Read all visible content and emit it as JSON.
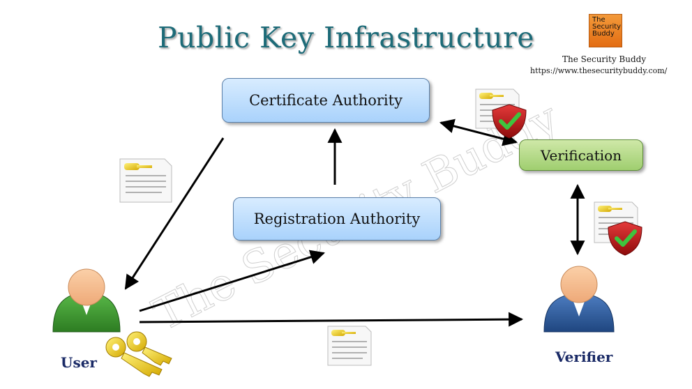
{
  "title": "Public Key Infrastructure",
  "brand": {
    "logo_lines": [
      "The",
      "Security",
      "Buddy"
    ],
    "name": "The Security Buddy",
    "url": "https://www.thesecuritybuddy.com/",
    "watermark": "The Security Buddy"
  },
  "nodes": {
    "certificate_authority": "Certificate Authority",
    "registration_authority": "Registration Authority",
    "verification": "Verification"
  },
  "actors": {
    "user": "User",
    "verifier": "Verifier"
  },
  "icons": [
    "certificate-icon",
    "key-icon",
    "shield-check-icon",
    "person-icon"
  ],
  "colors": {
    "title": "#1d6b78",
    "blue_box": "#b9dcff",
    "green_box": "#a9d57b",
    "user_body": "#3c9a2e",
    "verifier_body": "#2d5c9e",
    "arrow": "#000000"
  }
}
